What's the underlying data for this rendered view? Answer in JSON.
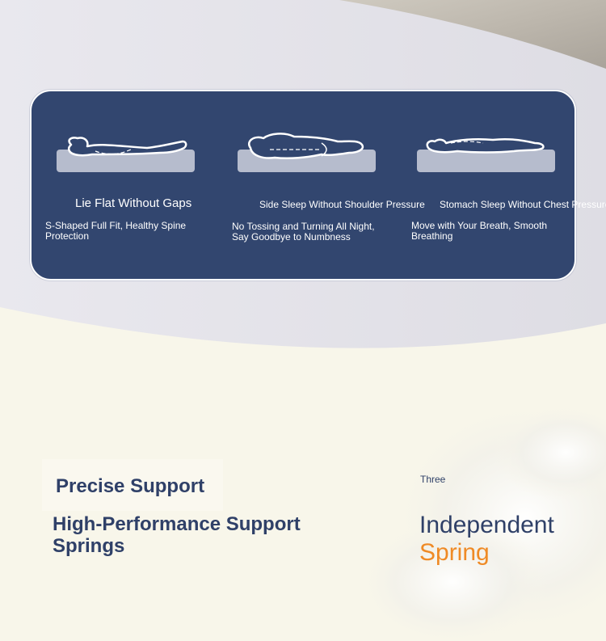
{
  "colors": {
    "card_bg": "#32466f",
    "heading": "#2f4068",
    "accent": "#ef8a25",
    "page_bg": "#f8f6ea",
    "top_bg": "#e7e6ec"
  },
  "features": [
    {
      "icon": "lying-flat-figure-icon",
      "title": "Lie Flat Without Gaps",
      "desc": "S-Shaped Full Fit, Healthy Spine Protection"
    },
    {
      "icon": "side-sleep-figure-icon",
      "title": "Side Sleep Without Shoulder Pressure",
      "desc": "No Tossing and Turning All Night, Say Goodbye to Numbness"
    },
    {
      "icon": "stomach-sleep-figure-icon",
      "title": "Stomach Sleep Without Chest Pressure",
      "desc": "Move with Your Breath, Smooth Breathing"
    }
  ],
  "support": {
    "label": "Precise Support",
    "title": "High-Performance Support Springs"
  },
  "spring": {
    "small_label": "Three",
    "line1": "Independent",
    "line2": "Spring"
  }
}
